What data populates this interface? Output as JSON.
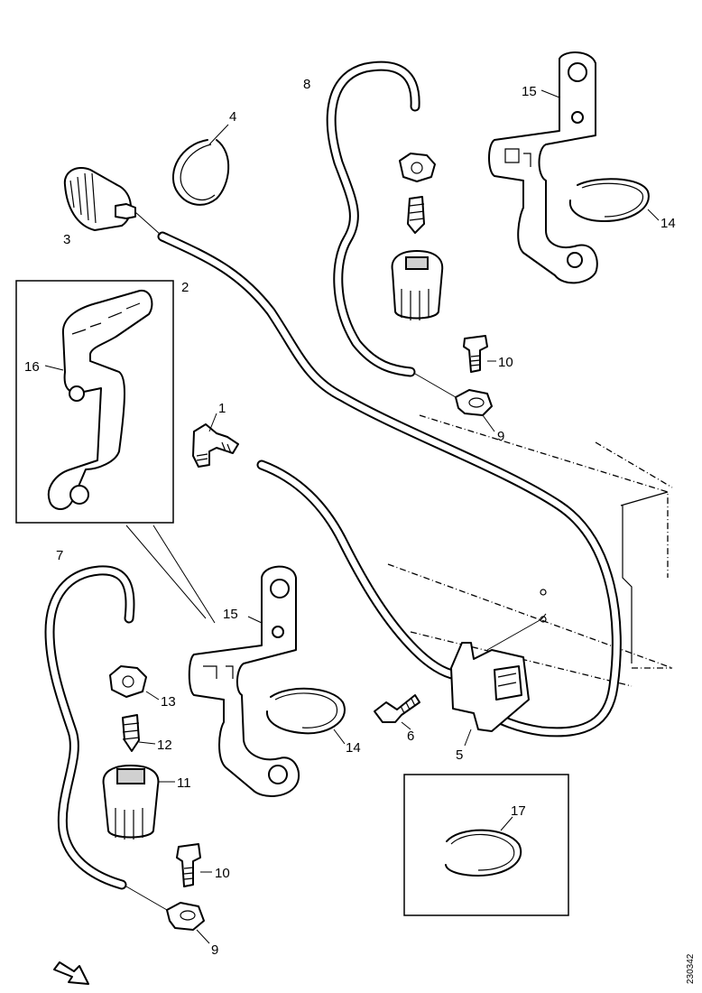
{
  "callouts": {
    "c1": "1",
    "c2": "2",
    "c3": "3",
    "c4": "4",
    "c5": "5",
    "c6": "6",
    "c7": "7",
    "c8": "8",
    "c9_top": "9",
    "c9_bottom": "9",
    "c10_top": "10",
    "c10_bottom": "10",
    "c11": "11",
    "c12": "12",
    "c13": "13",
    "c14_top": "14",
    "c14_bottom": "14",
    "c15_top": "15",
    "c15_bottom": "15",
    "c16": "16",
    "c17": "17"
  },
  "reference_number": "230342",
  "icons": {
    "direction_arrow": "arrow-right-icon"
  }
}
